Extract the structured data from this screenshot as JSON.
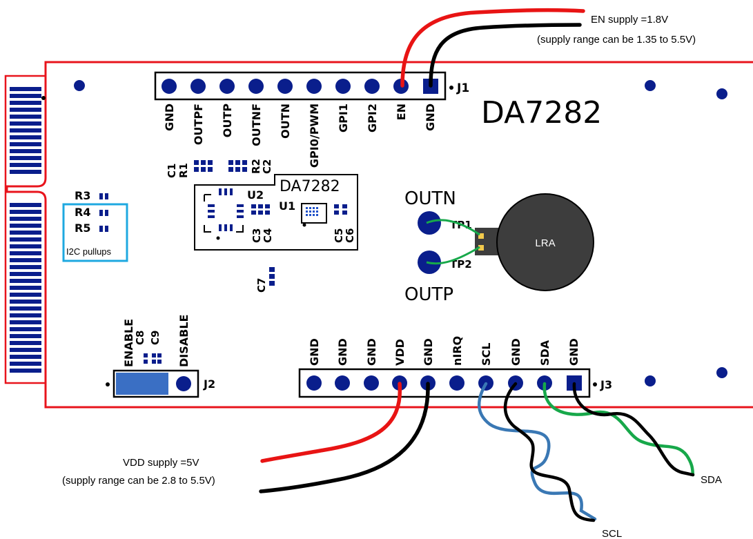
{
  "annotations": {
    "en_supply_line1": "EN supply =1.8V",
    "en_supply_line2": "(supply range can be 1.35 to 5.5V)",
    "vdd_supply_line1": "VDD supply =5V",
    "vdd_supply_line2": "(supply range can be 2.8 to 5.5V)",
    "scl_wire_label": "SCL",
    "sda_wire_label": "SDA",
    "pullups_label": "I2C pullups",
    "lra_label": "LRA"
  },
  "board": {
    "title": "DA7282",
    "ic_outline_label": "DA7282",
    "header_j1": {
      "designator": "J1",
      "pins": [
        "GND",
        "OUTPF",
        "OUTP",
        "OUTNF",
        "OUTN",
        "GPI0/PWM",
        "GPI1",
        "GPI2",
        "EN",
        "GND"
      ]
    },
    "header_j3": {
      "designator": "J3",
      "pins": [
        "GND",
        "GND",
        "GND",
        "VDD",
        "GND",
        "nIRQ",
        "SCL",
        "GND",
        "SDA",
        "GND"
      ]
    },
    "jumper_j2": {
      "designator": "J2",
      "enable_label": "ENABLE",
      "disable_label": "DISABLE"
    },
    "components": {
      "r3": "R3",
      "r4": "R4",
      "r5": "R5",
      "c1": "C1",
      "r1": "R1",
      "r2": "R2",
      "c2": "C2",
      "u1": "U1",
      "u2": "U2",
      "c3": "C3",
      "c4": "C4",
      "c5": "C5",
      "c6": "C6",
      "c7": "C7",
      "c8": "C8",
      "c9": "C9",
      "tp1": "TP1",
      "tp2": "TP2",
      "outn": "OUTN",
      "outp": "OUTP"
    }
  },
  "colors": {
    "board_outline": "#e8141c",
    "pad": "#0a1e8c",
    "wire_red": "#e81414",
    "wire_black": "#000000",
    "wire_blue": "#3a78b4",
    "wire_green": "#17a84a",
    "pullup_highlight": "#1ea8e0",
    "jumper_fill": "#3a6fc4",
    "lra_fill": "#3d3d3d"
  }
}
